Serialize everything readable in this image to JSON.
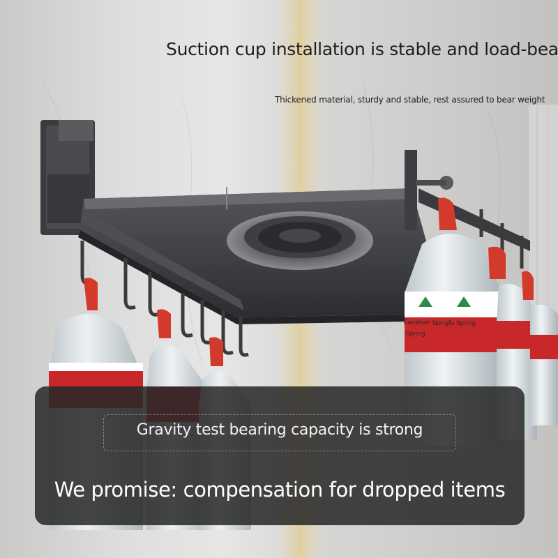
{
  "header": {
    "headline": "Suction cup installation is stable and load-bearing",
    "subline": "Thickened material, sturdy and stable, rest assured to bear weight"
  },
  "bottle_labels": {
    "label_tianshan_top": "Tianshan",
    "label_tianshan_bottom": "Spring",
    "label_nongfu": "Nongfu Spring"
  },
  "overlay_panel": {
    "line1": "Gravity test bearing capacity is strong",
    "line2": "We promise: compensation for dropped items"
  },
  "colors": {
    "rack_metal": "#3a3b3d",
    "bottle_label_red": "#c8282a",
    "bottle_cap_red": "#d23a2c",
    "panel_bg": "#282828",
    "wall_light": "#e6e6e5"
  },
  "icons": {
    "suction_cup": "suction-cup-icon",
    "hook": "hook-icon"
  }
}
